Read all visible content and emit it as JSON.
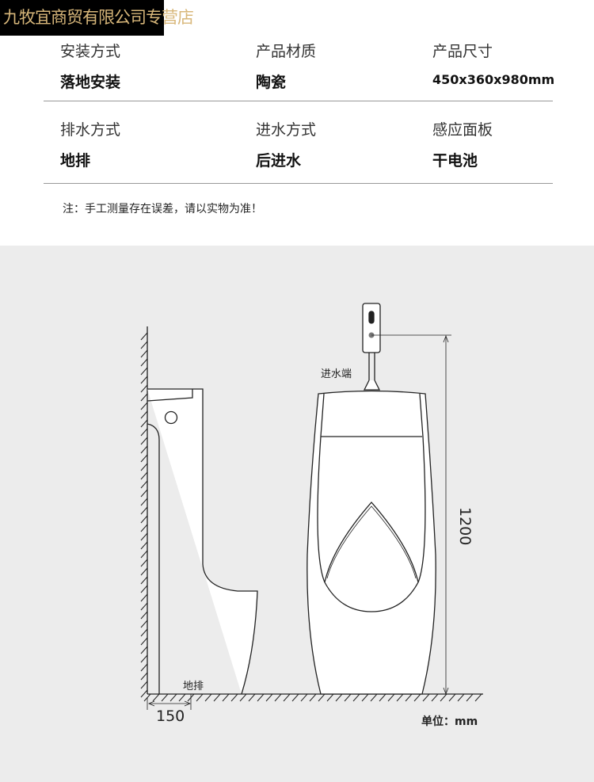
{
  "banner": {
    "shop_name": "九牧宜商贸有限公司专营店"
  },
  "specs": [
    {
      "label": "安装方式",
      "value": "落地安装"
    },
    {
      "label": "产品材质",
      "value": "陶瓷"
    },
    {
      "label": "产品尺寸",
      "value": "450x360x980mm"
    },
    {
      "label": "排水方式",
      "value": "地排"
    },
    {
      "label": "进水方式",
      "value": "后进水"
    },
    {
      "label": "感应面板",
      "value": "干电池"
    }
  ],
  "note": "注：手工测量存在误差，请以实物为准！",
  "diagram": {
    "inlet_label": "进水端",
    "drain_label": "地排",
    "height_dim": "1200",
    "drain_offset_dim": "150",
    "unit": "单位：mm"
  }
}
